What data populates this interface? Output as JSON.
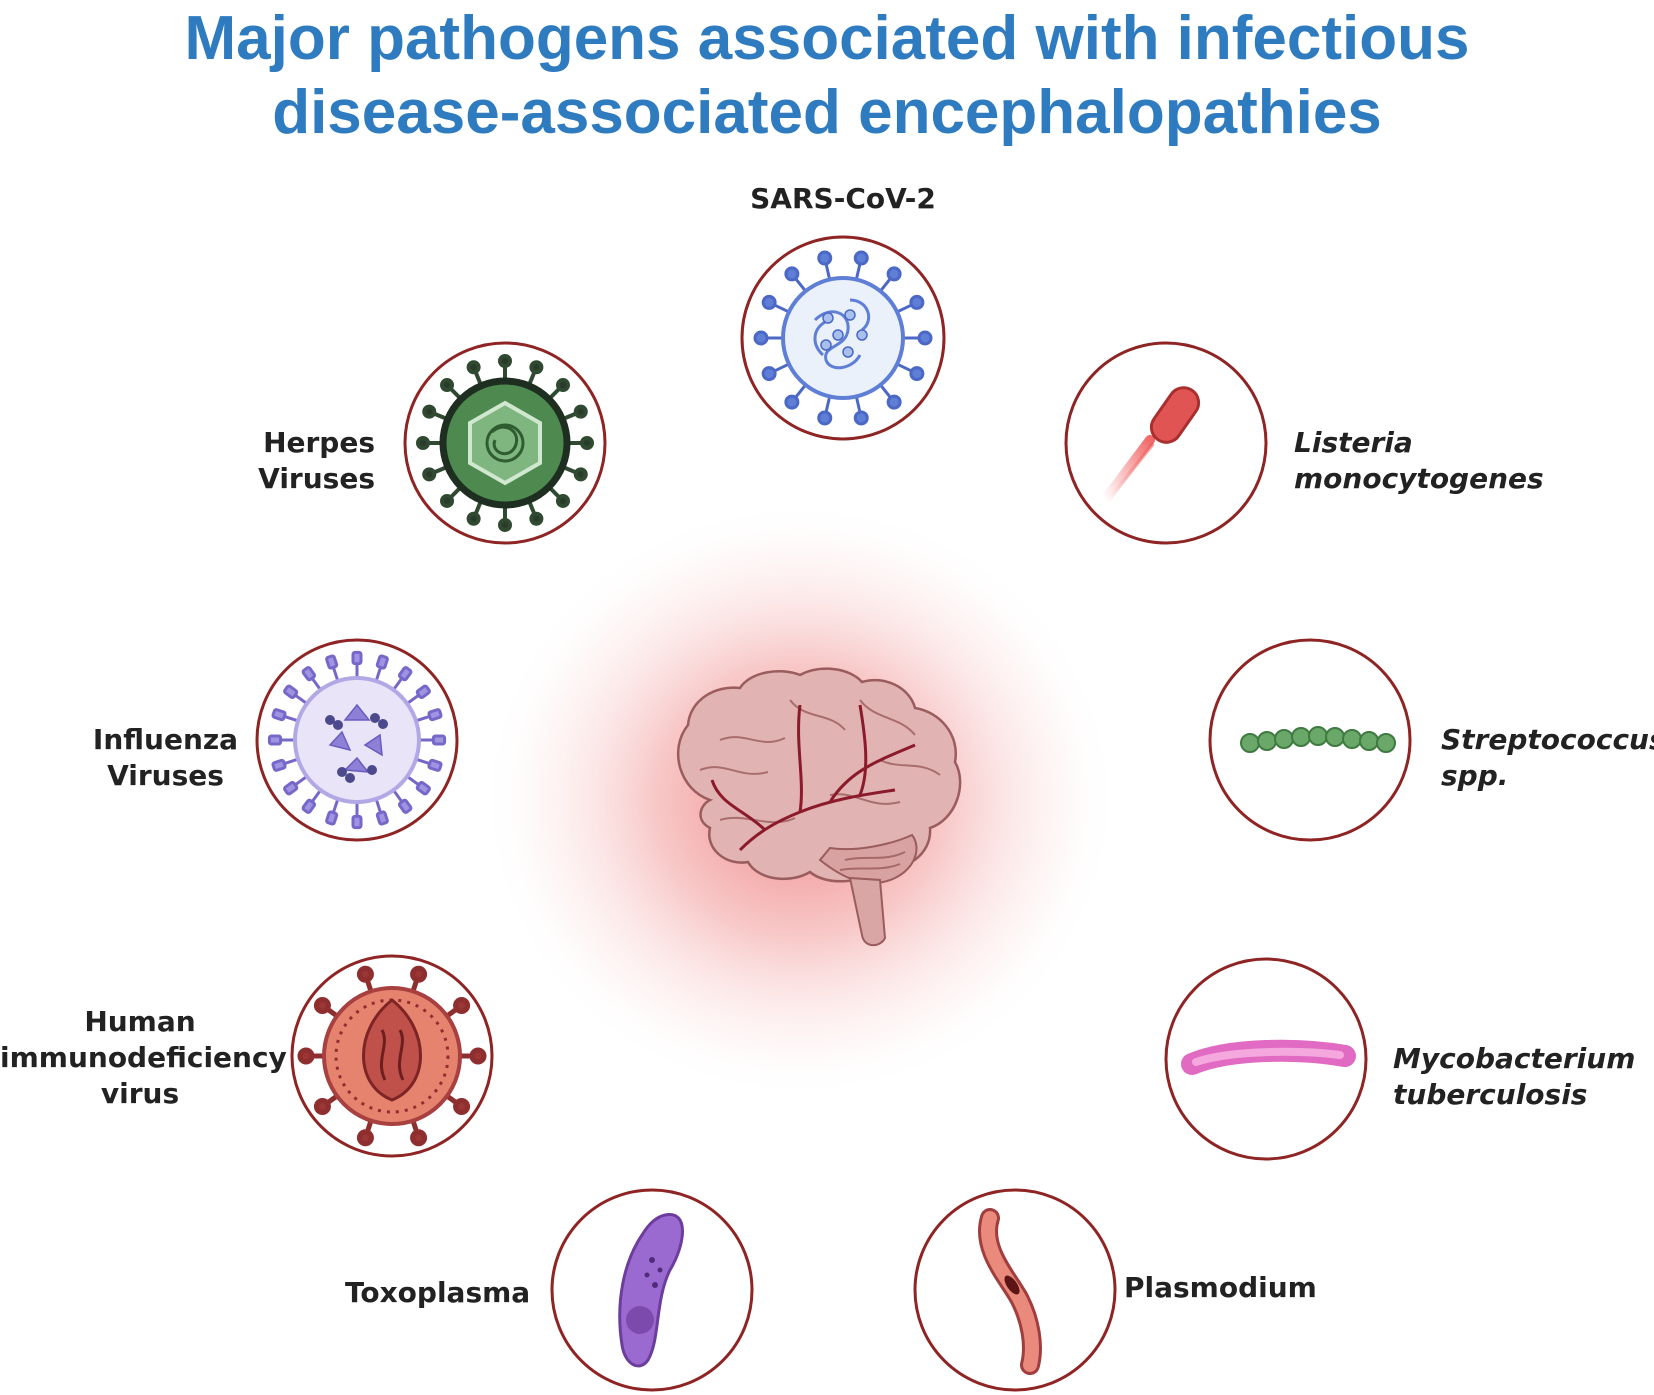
{
  "title": {
    "line1": "Major pathogens associated with infectious",
    "line2": "disease-associated encephalopathies"
  },
  "colors": {
    "title": "#2e7bc0",
    "ring": "#8e2424",
    "label": "#222222",
    "glow": "#ee7a7a",
    "brain": "#e2b3b3",
    "vessel": "#8b1a2a"
  },
  "center": {
    "icon": "brain-icon"
  },
  "pathogens": [
    {
      "id": "sars",
      "icon": "coronavirus-icon",
      "lines": [
        "SARS-CoV-2"
      ]
    },
    {
      "id": "herpes",
      "icon": "herpes-virus-icon",
      "lines": [
        "Herpes",
        "Viruses"
      ]
    },
    {
      "id": "listeria",
      "icon": "rod-bacterium-icon",
      "lines": [
        "Listeria",
        "monocytogenes"
      ]
    },
    {
      "id": "influenza",
      "icon": "influenza-virus-icon",
      "lines": [
        "Influenza",
        "Viruses"
      ]
    },
    {
      "id": "strep",
      "icon": "cocci-chain-icon",
      "lines": [
        "Streptococcus",
        "spp."
      ]
    },
    {
      "id": "hiv",
      "icon": "hiv-virus-icon",
      "lines": [
        "Human",
        "immunodeficiency",
        "virus"
      ]
    },
    {
      "id": "myco",
      "icon": "bacillus-icon",
      "lines": [
        "Mycobacterium",
        "tuberculosis"
      ]
    },
    {
      "id": "toxo",
      "icon": "toxoplasma-icon",
      "lines": [
        "Toxoplasma"
      ]
    },
    {
      "id": "plasmo",
      "icon": "plasmodium-icon",
      "lines": [
        "Plasmodium"
      ]
    }
  ]
}
